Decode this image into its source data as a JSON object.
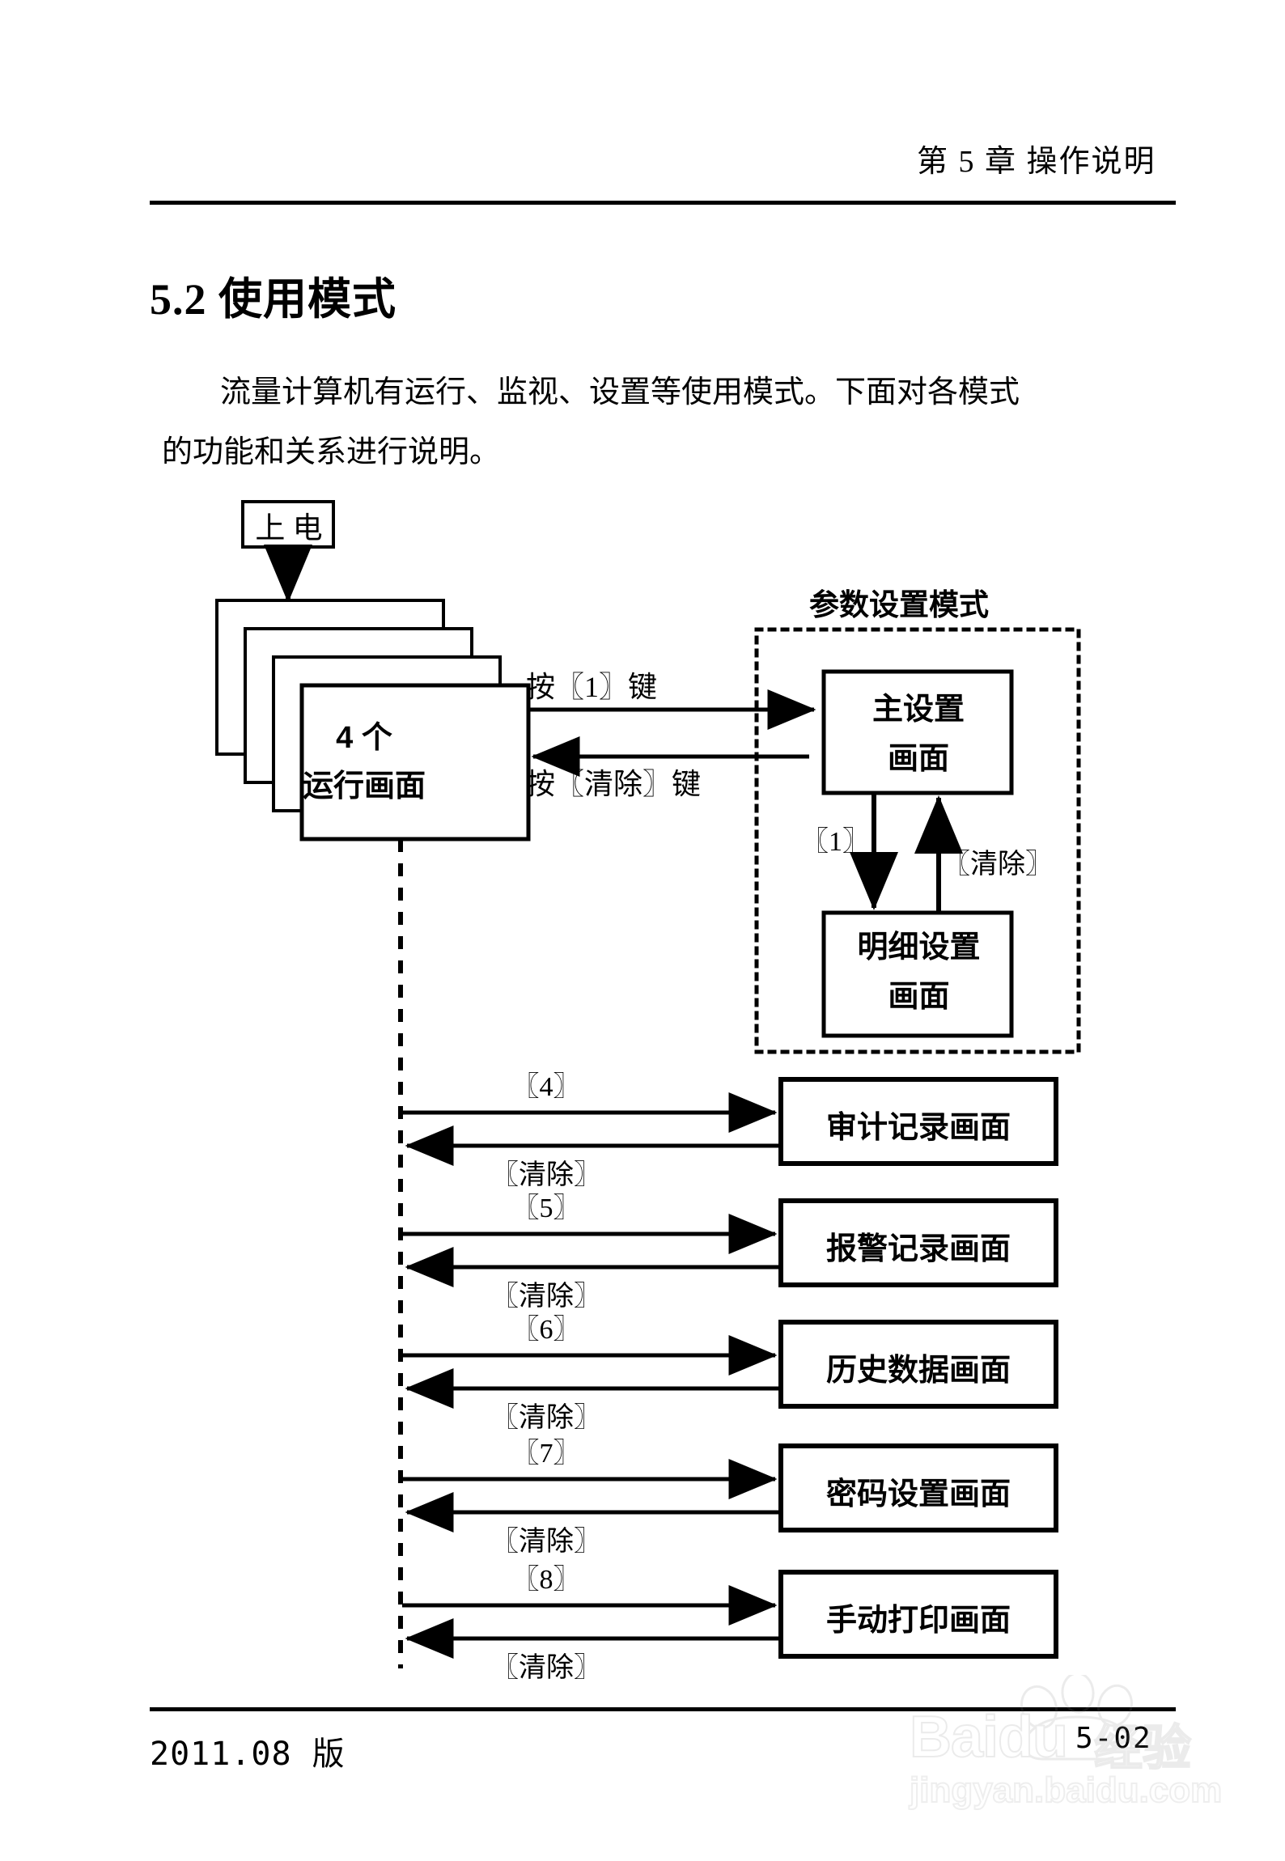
{
  "header": {
    "chapter_title": "第 5 章  操作说明"
  },
  "section": {
    "heading": "5.2  使用模式"
  },
  "paragraph": {
    "line1": "流量计算机有运行、监视、设置等使用模式。下面对各模式",
    "line2": "的功能和关系进行说明。"
  },
  "diagram": {
    "power_box": "上  电",
    "running_screen": {
      "line1": "4 个",
      "line2": "运行画面"
    },
    "key_to_setting": "按〖1〗键",
    "key_from_setting": "按〖清除〗键",
    "param_mode_title": "参数设置模式",
    "main_setting": {
      "line1": "主设置",
      "line2": "画面"
    },
    "detail_setting": {
      "line1": "明细设置",
      "line2": "画面"
    },
    "inner_key_down": "〖1〗",
    "inner_key_up": "〖清除〗",
    "rows": [
      {
        "key": "〖4〗",
        "back_key": "〖清除〗",
        "screen": "审计记录画面"
      },
      {
        "key": "〖5〗",
        "back_key": "〖清除〗",
        "screen": "报警记录画面"
      },
      {
        "key": "〖6〗",
        "back_key": "〖清除〗",
        "screen": "历史数据画面"
      },
      {
        "key": "〖7〗",
        "back_key": "〖清除〗",
        "screen": "密码设置画面"
      },
      {
        "key": "〖8〗",
        "back_key": "〖清除〗",
        "screen": "手动打印画面"
      }
    ]
  },
  "footer": {
    "version": "2011.08 版",
    "page_number": "5-02"
  },
  "watermark": {
    "brand": "Baidu",
    "brand_cn": "经验",
    "url": "jingyan.baidu.com"
  },
  "colors": {
    "ink": "#000000",
    "paper": "#ffffff",
    "watermark": "#8a8a8a"
  }
}
